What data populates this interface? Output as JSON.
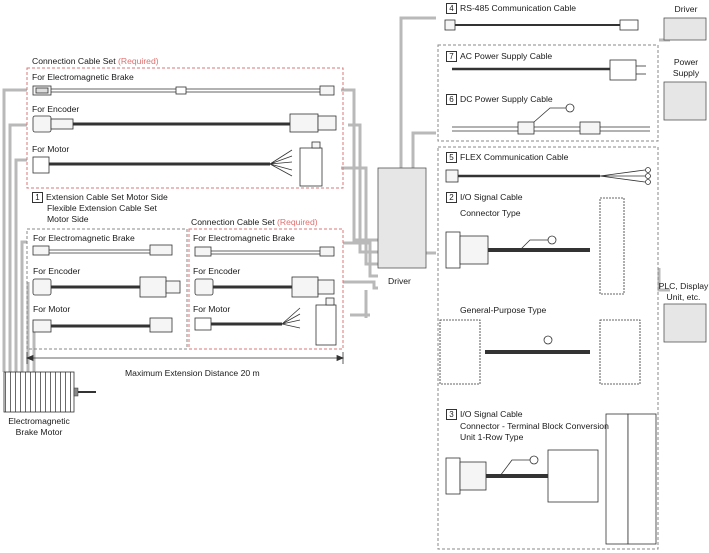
{
  "connection_set_left": {
    "title": "Connection Cable Set",
    "required": "(Required)"
  },
  "connection_set_right": {
    "title": "Connection Cable Set",
    "required": "(Required)"
  },
  "cables": {
    "brake": "For Electromagnetic Brake",
    "encoder": "For Encoder",
    "motor": "For Motor"
  },
  "extension": {
    "number": "1",
    "line1": "Extension Cable Set Motor Side",
    "line2": "Flexible Extension Cable Set",
    "line3": "Motor Side"
  },
  "max_distance": "Maximum Extension Distance 20 m",
  "motor_label": [
    "Electromagnetic",
    "Brake Motor"
  ],
  "driver_center": "Driver",
  "right_panel": {
    "rs485": {
      "number": "4",
      "label": "RS-485 Communication Cable"
    },
    "ac_power": {
      "number": "7",
      "label": "AC Power Supply Cable"
    },
    "dc_power": {
      "number": "6",
      "label": "DC Power Supply Cable"
    },
    "flex": {
      "number": "5",
      "label": "FLEX Communication Cable"
    },
    "io": {
      "number": "2",
      "label": "I/O Signal Cable",
      "connector_type": "Connector Type",
      "general_type": "General-Purpose Type"
    },
    "terminal": {
      "number": "3",
      "label": "I/O Signal Cable",
      "line2": "Connector - Terminal Block Conversion",
      "line3": "Unit 1-Row Type"
    }
  },
  "far_right": {
    "driver": "Driver",
    "power_supply": [
      "Power",
      "Supply"
    ],
    "plc": [
      "PLC, Display",
      "Unit, etc."
    ]
  },
  "colors": {
    "required_red": "#e07070",
    "dash_red": "#d97a7a",
    "dash_gray": "#888888",
    "box_fill": "#e6e6e6",
    "route_gray": "#b9b9b9"
  }
}
